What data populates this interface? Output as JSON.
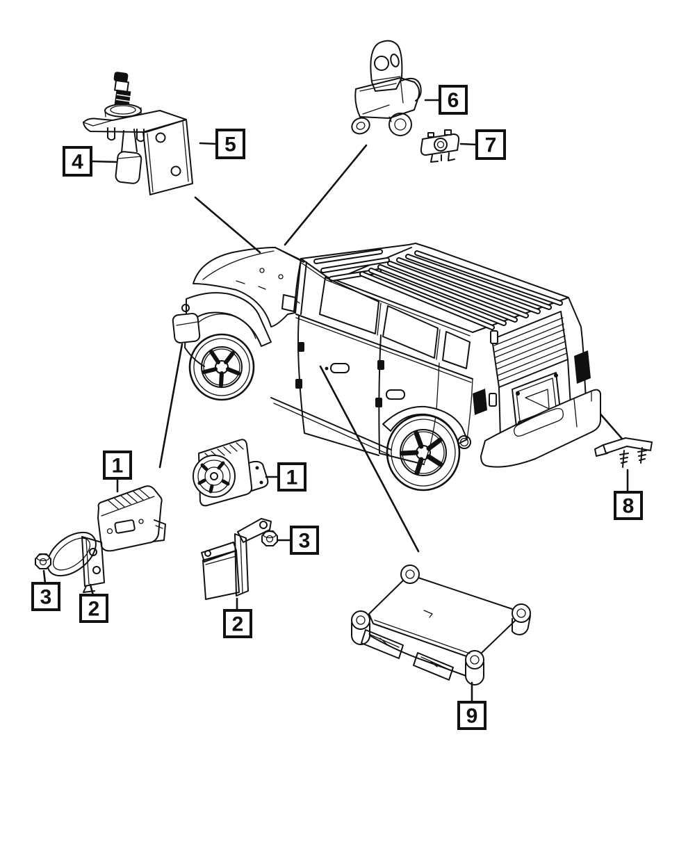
{
  "colors": {
    "background": "#ffffff",
    "line": "#111111"
  },
  "callouts": {
    "c1_left": {
      "label": "1"
    },
    "c1_center": {
      "label": "1"
    },
    "c2_left": {
      "label": "2"
    },
    "c2_center": {
      "label": "2"
    },
    "c3_left": {
      "label": "3"
    },
    "c3_center": {
      "label": "3"
    },
    "c4": {
      "label": "4"
    },
    "c5": {
      "label": "5"
    },
    "c6": {
      "label": "6"
    },
    "c7": {
      "label": "7"
    },
    "c8": {
      "label": "8"
    },
    "c9": {
      "label": "9"
    }
  }
}
